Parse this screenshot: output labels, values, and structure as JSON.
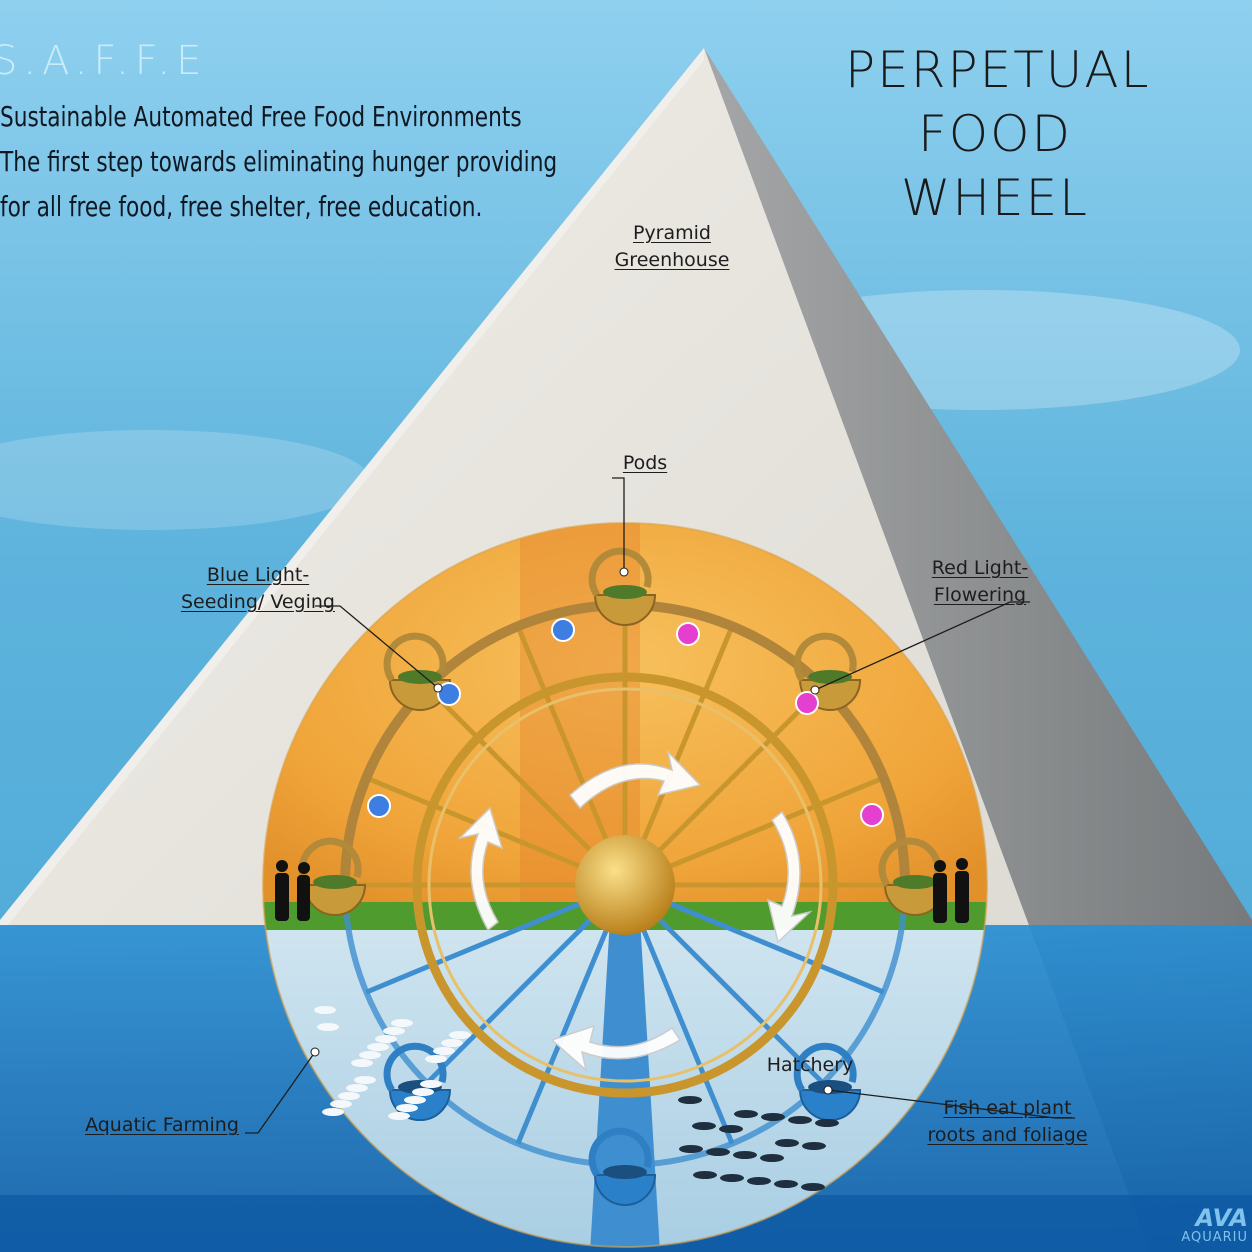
{
  "header": {
    "brand": "S.A.F.F.E",
    "tagline_lines": [
      "Sustainable Automated Free Food Environments",
      "The first step towards eliminating hunger providing",
      "for all free food, free shelter, free education."
    ]
  },
  "title": {
    "lines": [
      "PERPETUAL",
      "FOOD",
      "WHEEL"
    ]
  },
  "labels": {
    "pyramid": [
      "Pyramid",
      "Greenhouse"
    ],
    "pods": "Pods",
    "blue_light": [
      "Blue Light-",
      "Seeding/ Veging"
    ],
    "red_light": [
      "Red Light-",
      "Flowering"
    ],
    "hatchery": "Hatchery",
    "aquatic": "Aquatic Farming",
    "fish": [
      "Fish eat plant",
      "roots and foliage"
    ]
  },
  "colors": {
    "sky": "#5fb6dc",
    "water": "#1f86cc",
    "pyramid_light": "#e9e6e0",
    "pyramid_shadow": "#8f9193",
    "dome": "#f2a93c",
    "grass": "#4f9b2e",
    "blue_light": "#3d7ee3",
    "red_light": "#e43fcf",
    "wheel": "#c9962e",
    "wheel_under": "#3f8fd0"
  },
  "watermark": {
    "brand": "AVA",
    "sub": "AQUARIU"
  }
}
